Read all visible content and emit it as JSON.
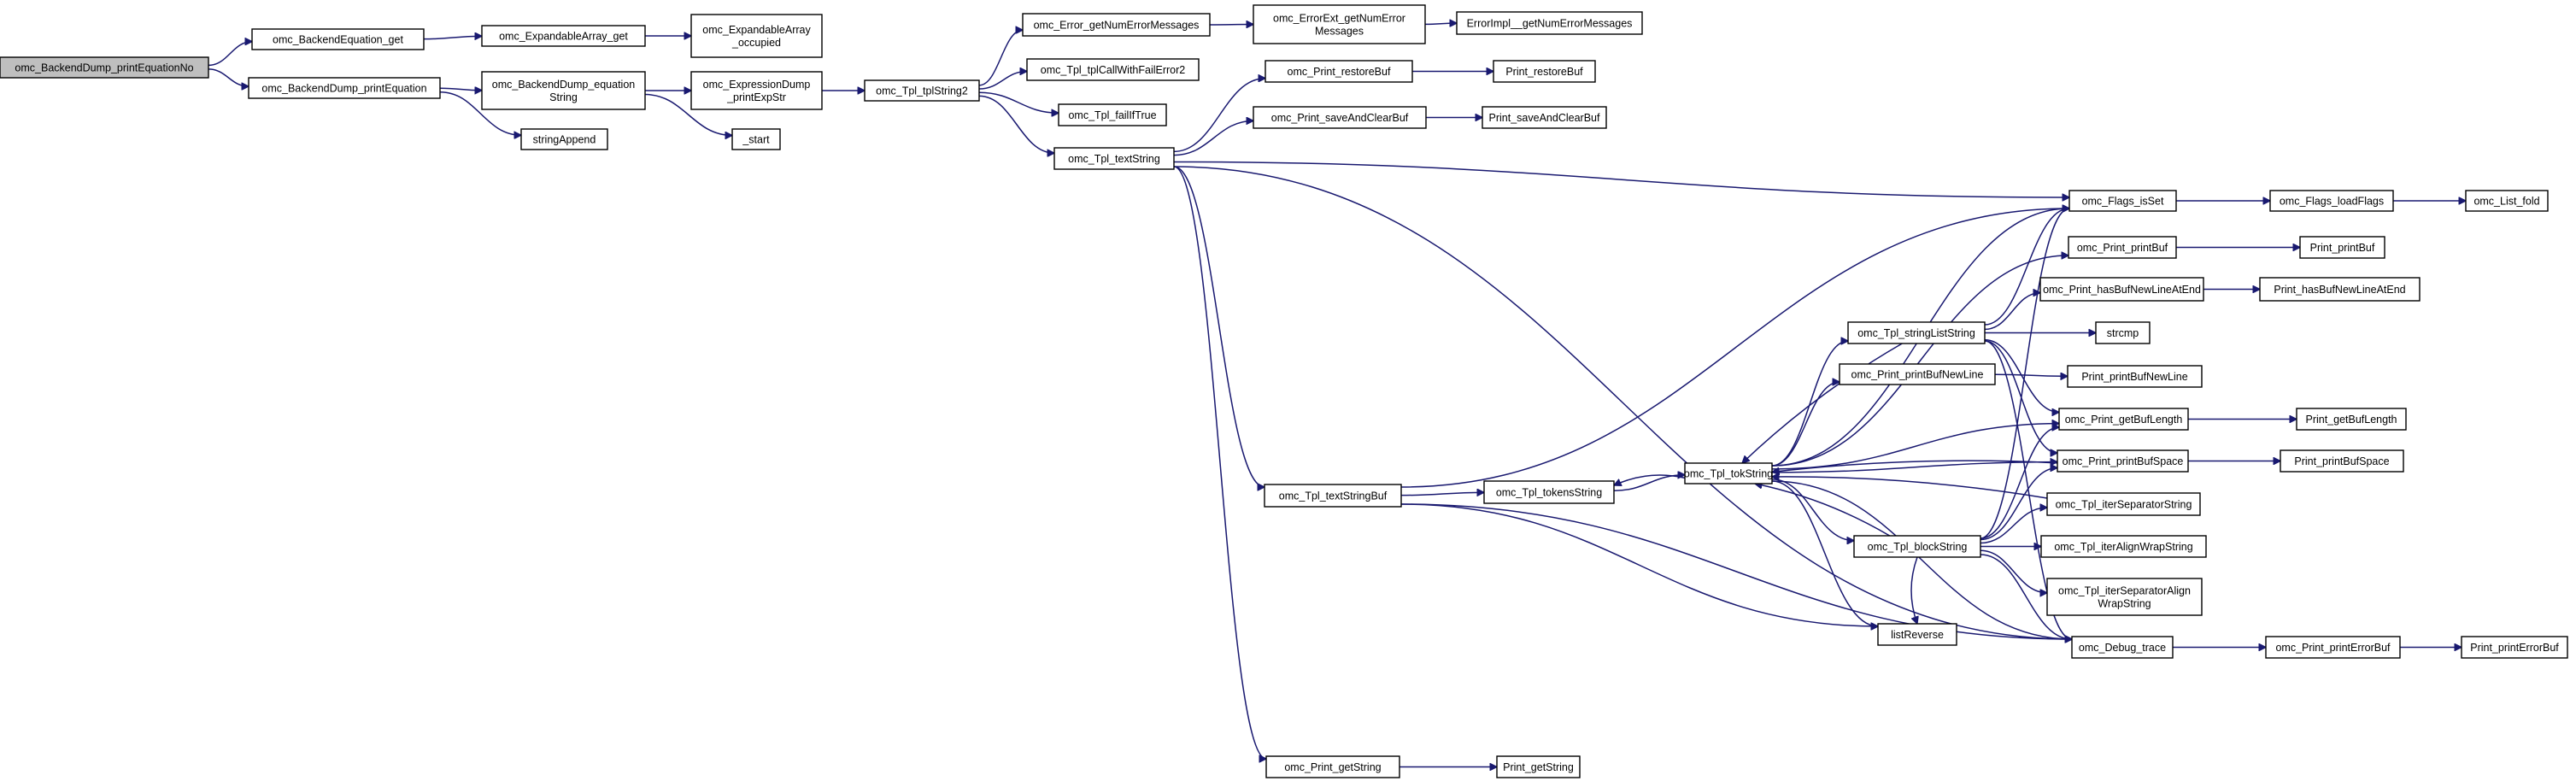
{
  "diagram": {
    "type": "call-graph",
    "edge_color": "#191970",
    "root_fill": "#bfbfbf",
    "node_fill": "#ffffff",
    "nodes": [
      {
        "id": "root",
        "lines": [
          "omc_BackendDump_printEquationNo"
        ],
        "root": true
      },
      {
        "id": "beqget",
        "lines": [
          "omc_BackendEquation_get"
        ]
      },
      {
        "id": "bdpe",
        "lines": [
          "omc_BackendDump_printEquation"
        ]
      },
      {
        "id": "eaget",
        "lines": [
          "omc_ExpandableArray_get"
        ]
      },
      {
        "id": "eaocc",
        "lines": [
          "omc_ExpandableArray",
          "_occupied"
        ]
      },
      {
        "id": "bdeqs",
        "lines": [
          "omc_BackendDump_equation",
          "String"
        ]
      },
      {
        "id": "sapp",
        "lines": [
          "stringAppend"
        ]
      },
      {
        "id": "edpe",
        "lines": [
          "omc_ExpressionDump",
          "_printExpStr"
        ]
      },
      {
        "id": "start",
        "lines": [
          "_start"
        ]
      },
      {
        "id": "tpl2",
        "lines": [
          "omc_Tpl_tplString2"
        ]
      },
      {
        "id": "errget",
        "lines": [
          "omc_Error_getNumErrorMessages"
        ]
      },
      {
        "id": "eeget",
        "lines": [
          "omc_ErrorExt_getNumError",
          "Messages"
        ]
      },
      {
        "id": "eiget",
        "lines": [
          "ErrorImpl__getNumErrorMessages"
        ]
      },
      {
        "id": "tplcall",
        "lines": [
          "omc_Tpl_tplCallWithFailError2"
        ]
      },
      {
        "id": "failif",
        "lines": [
          "omc_Tpl_failIfTrue"
        ]
      },
      {
        "id": "textstr",
        "lines": [
          "omc_Tpl_textString"
        ]
      },
      {
        "id": "prestore",
        "lines": [
          "omc_Print_restoreBuf"
        ]
      },
      {
        "id": "restore",
        "lines": [
          "Print_restoreBuf"
        ]
      },
      {
        "id": "psave",
        "lines": [
          "omc_Print_saveAndClearBuf"
        ]
      },
      {
        "id": "save",
        "lines": [
          "Print_saveAndClearBuf"
        ]
      },
      {
        "id": "isset",
        "lines": [
          "omc_Flags_isSet"
        ]
      },
      {
        "id": "loadflags",
        "lines": [
          "omc_Flags_loadFlags"
        ]
      },
      {
        "id": "listfold",
        "lines": [
          "omc_List_fold"
        ]
      },
      {
        "id": "pprintbuf",
        "lines": [
          "omc_Print_printBuf"
        ]
      },
      {
        "id": "printbuf",
        "lines": [
          "Print_printBuf"
        ]
      },
      {
        "id": "phasnl",
        "lines": [
          "omc_Print_hasBufNewLineAtEnd"
        ]
      },
      {
        "id": "hasnl",
        "lines": [
          "Print_hasBufNewLineAtEnd"
        ]
      },
      {
        "id": "sls",
        "lines": [
          "omc_Tpl_stringListString"
        ]
      },
      {
        "id": "strcmp",
        "lines": [
          "strcmp"
        ]
      },
      {
        "id": "ppbnl",
        "lines": [
          "omc_Print_printBufNewLine"
        ]
      },
      {
        "id": "pbnl",
        "lines": [
          "Print_printBufNewLine"
        ]
      },
      {
        "id": "pgetlen",
        "lines": [
          "omc_Print_getBufLength"
        ]
      },
      {
        "id": "getlen",
        "lines": [
          "Print_getBufLength"
        ]
      },
      {
        "id": "tokstr",
        "lines": [
          "omc_Tpl_tokString"
        ]
      },
      {
        "id": "ppbspace",
        "lines": [
          "omc_Print_printBufSpace"
        ]
      },
      {
        "id": "pbspace",
        "lines": [
          "Print_printBufSpace"
        ]
      },
      {
        "id": "tsbuf",
        "lines": [
          "omc_Tpl_textStringBuf"
        ]
      },
      {
        "id": "tokensstr",
        "lines": [
          "omc_Tpl_tokensString"
        ]
      },
      {
        "id": "itersep",
        "lines": [
          "omc_Tpl_iterSeparatorString"
        ]
      },
      {
        "id": "blockstr",
        "lines": [
          "omc_Tpl_blockString"
        ]
      },
      {
        "id": "iteralign",
        "lines": [
          "omc_Tpl_iterAlignWrapString"
        ]
      },
      {
        "id": "itersepalign",
        "lines": [
          "omc_Tpl_iterSeparatorAlign",
          "WrapString"
        ]
      },
      {
        "id": "listrev",
        "lines": [
          "listReverse"
        ]
      },
      {
        "id": "dbgtrace",
        "lines": [
          "omc_Debug_trace"
        ]
      },
      {
        "id": "pperrbuf",
        "lines": [
          "omc_Print_printErrorBuf"
        ]
      },
      {
        "id": "perrbuf",
        "lines": [
          "Print_printErrorBuf"
        ]
      },
      {
        "id": "pgetstr",
        "lines": [
          "omc_Print_getString"
        ]
      },
      {
        "id": "getstr",
        "lines": [
          "Print_getString"
        ]
      }
    ],
    "edges": [
      [
        "root",
        "beqget"
      ],
      [
        "root",
        "bdpe"
      ],
      [
        "beqget",
        "eaget"
      ],
      [
        "eaget",
        "eaocc"
      ],
      [
        "bdpe",
        "bdeqs"
      ],
      [
        "bdpe",
        "sapp"
      ],
      [
        "bdeqs",
        "edpe"
      ],
      [
        "bdeqs",
        "start"
      ],
      [
        "edpe",
        "tpl2"
      ],
      [
        "tpl2",
        "errget"
      ],
      [
        "tpl2",
        "tplcall"
      ],
      [
        "tpl2",
        "failif"
      ],
      [
        "tpl2",
        "textstr"
      ],
      [
        "errget",
        "eeget"
      ],
      [
        "eeget",
        "eiget"
      ],
      [
        "textstr",
        "prestore"
      ],
      [
        "textstr",
        "psave"
      ],
      [
        "textstr",
        "isset"
      ],
      [
        "textstr",
        "tsbuf"
      ],
      [
        "textstr",
        "dbgtrace"
      ],
      [
        "textstr",
        "pgetstr"
      ],
      [
        "prestore",
        "restore"
      ],
      [
        "psave",
        "save"
      ],
      [
        "isset",
        "loadflags"
      ],
      [
        "loadflags",
        "listfold"
      ],
      [
        "pprintbuf",
        "printbuf"
      ],
      [
        "phasnl",
        "hasnl"
      ],
      [
        "ppbnl",
        "pbnl"
      ],
      [
        "pgetlen",
        "getlen"
      ],
      [
        "ppbspace",
        "pbspace"
      ],
      [
        "pgetstr",
        "getstr"
      ],
      [
        "tsbuf",
        "isset"
      ],
      [
        "tsbuf",
        "tokensstr"
      ],
      [
        "tsbuf",
        "listrev"
      ],
      [
        "tsbuf",
        "dbgtrace"
      ],
      [
        "tokensstr",
        "tokstr"
      ],
      [
        "tokstr",
        "isset"
      ],
      [
        "tokstr",
        "pprintbuf"
      ],
      [
        "tokstr",
        "sls"
      ],
      [
        "tokstr",
        "ppbnl"
      ],
      [
        "tokstr",
        "pgetlen"
      ],
      [
        "tokstr",
        "ppbspace"
      ],
      [
        "tokstr",
        "blockstr"
      ],
      [
        "tokstr",
        "listrev"
      ],
      [
        "tokstr",
        "dbgtrace"
      ],
      [
        "tokstr",
        "tokensstr"
      ],
      [
        "sls",
        "isset"
      ],
      [
        "sls",
        "phasnl"
      ],
      [
        "sls",
        "strcmp"
      ],
      [
        "sls",
        "pgetlen"
      ],
      [
        "sls",
        "ppbspace"
      ],
      [
        "sls",
        "tokstr"
      ],
      [
        "sls",
        "dbgtrace"
      ],
      [
        "ppbspace",
        "tokstr"
      ],
      [
        "itersep",
        "tokstr"
      ],
      [
        "blockstr",
        "isset"
      ],
      [
        "blockstr",
        "tokstr"
      ],
      [
        "blockstr",
        "pgetlen"
      ],
      [
        "blockstr",
        "ppbspace"
      ],
      [
        "blockstr",
        "itersep"
      ],
      [
        "blockstr",
        "iteralign"
      ],
      [
        "blockstr",
        "itersepalign"
      ],
      [
        "blockstr",
        "dbgtrace"
      ],
      [
        "blockstr",
        "listrev"
      ],
      [
        "dbgtrace",
        "pperrbuf"
      ],
      [
        "pperrbuf",
        "perrbuf"
      ]
    ]
  }
}
